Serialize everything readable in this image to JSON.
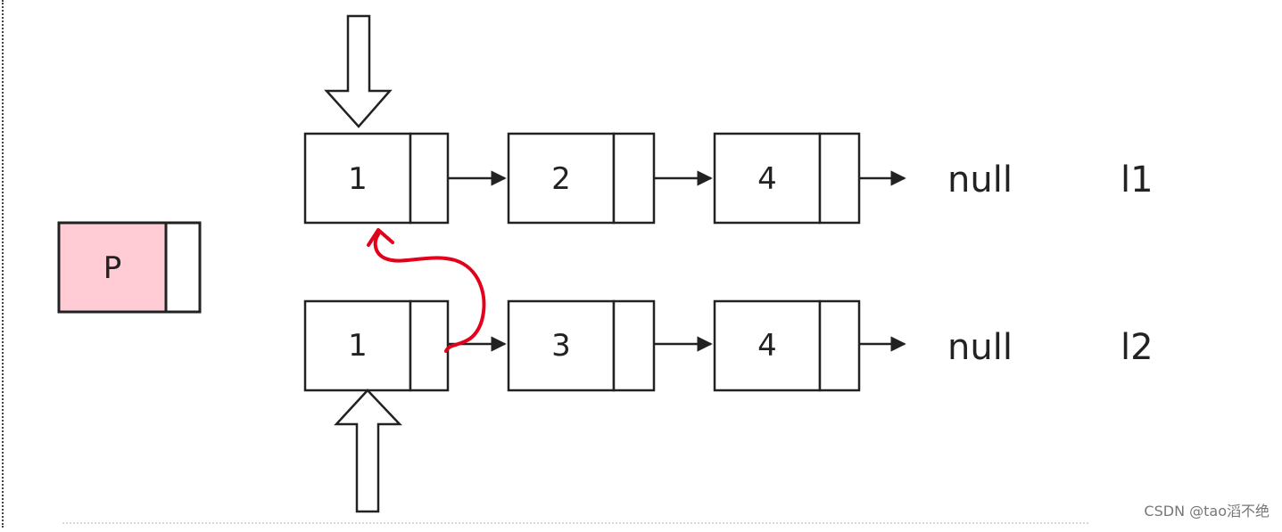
{
  "pointer_p": {
    "label": "P",
    "fill": "#ffccd5"
  },
  "list1": {
    "name": "l1",
    "values": [
      "1",
      "2",
      "4"
    ],
    "terminal": "null"
  },
  "list2": {
    "name": "l2",
    "values": [
      "1",
      "3",
      "4"
    ],
    "terminal": "null"
  },
  "colors": {
    "stroke": "#222222",
    "red_link": "#e3001b"
  },
  "watermark": "CSDN @tao滔不绝"
}
